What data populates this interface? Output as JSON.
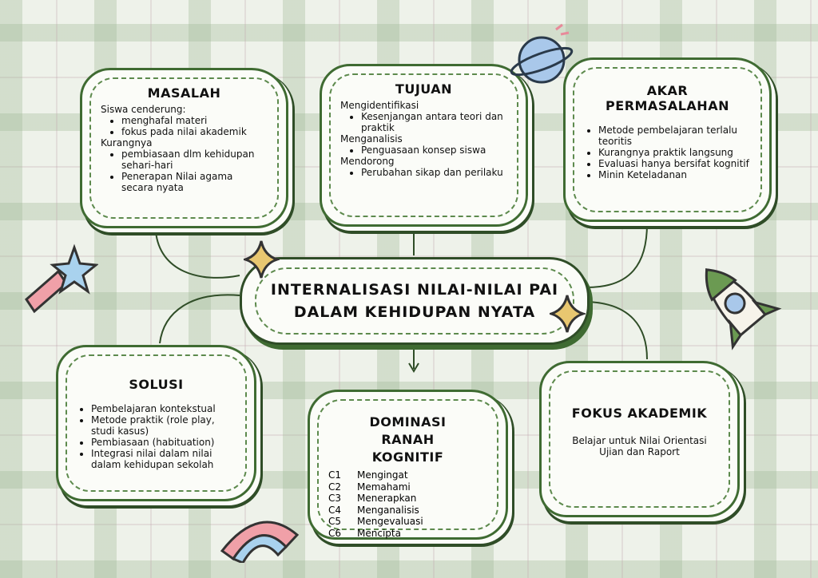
{
  "center": {
    "line1": "INTERNALISASI NILAI-NILAI PAI",
    "line2": "DALAM KEHIDUPAN NYATA"
  },
  "masalah": {
    "title": "MASALAH",
    "intro": "Siswa cenderung:",
    "items1": [
      "menghafal materi",
      "fokus pada nilai akademik"
    ],
    "intro2": "Kurangnya",
    "items2": [
      "pembiasaan dlm kehidupan sehari-hari",
      "Penerapan Nilai agama secara nyata"
    ]
  },
  "tujuan": {
    "title": "TUJUAN",
    "h1": "Mengidentifikasi",
    "i1": "Kesenjangan antara teori dan praktik",
    "h2": "Menganalisis",
    "i2": "Penguasaan konsep siswa",
    "h3": "Mendorong",
    "i3": "Perubahan sikap dan perilaku"
  },
  "akar": {
    "title": "AKAR PERMASALAHAN",
    "items": [
      "Metode pembelajaran terlalu teoritis",
      "Kurangnya praktik langsung",
      "Evaluasi hanya bersifat kognitif",
      "Minin Keteladanan"
    ]
  },
  "solusi": {
    "title": "SOLUSI",
    "items": [
      "Pembelajaran kontekstual",
      "Metode praktik (role play, studi kasus)",
      "Pembiasaan (habituation)",
      "Integrasi nilai dalam nilai dalam kehidupan sekolah"
    ]
  },
  "dominasi": {
    "title": "DOMINASI RANAH KOGNITIF",
    "levels": [
      {
        "code": "C1",
        "label": "Mengingat"
      },
      {
        "code": "C2",
        "label": "Memahami"
      },
      {
        "code": "C3",
        "label": "Menerapkan"
      },
      {
        "code": "C4",
        "label": "Menganalisis"
      },
      {
        "code": "C5",
        "label": "Mengevaluasi"
      },
      {
        "code": "C6",
        "label": "Mencipta"
      }
    ]
  },
  "fokus": {
    "title": "FOKUS AKADEMIK",
    "text": "Belajar untuk Nilai Orientasi Ujian dan Raport"
  },
  "colors": {
    "green": "#3f6b32",
    "paper": "#fbfcf8"
  }
}
